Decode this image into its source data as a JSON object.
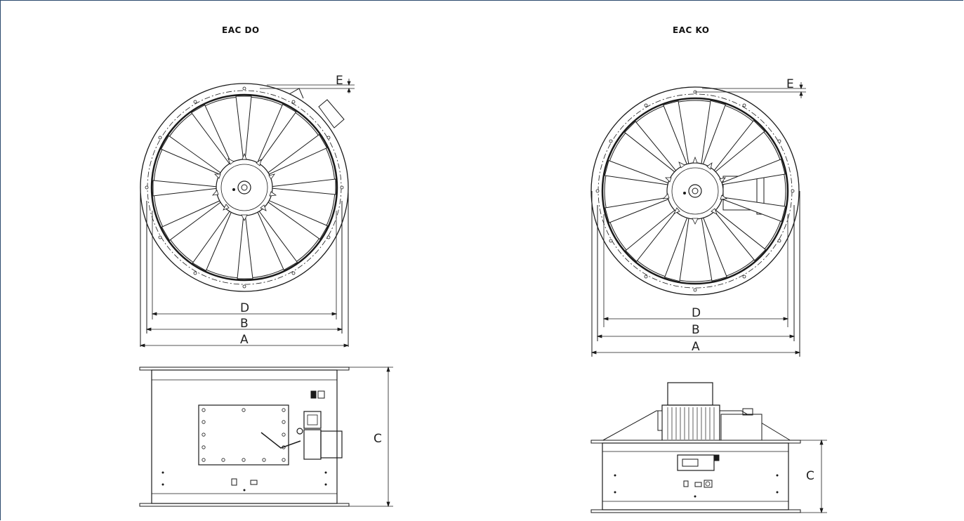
{
  "diagrams": [
    {
      "title": "EAC DO",
      "dims": {
        "d": "D",
        "b": "B",
        "a": "A",
        "e": "E",
        "c": "C"
      }
    },
    {
      "title": "EAC KO",
      "dims": {
        "d": "D",
        "b": "B",
        "a": "A",
        "e": "E",
        "c": "C"
      }
    }
  ],
  "colors": {
    "line": "#1a1a1a",
    "frame": "#2c4a6e"
  }
}
